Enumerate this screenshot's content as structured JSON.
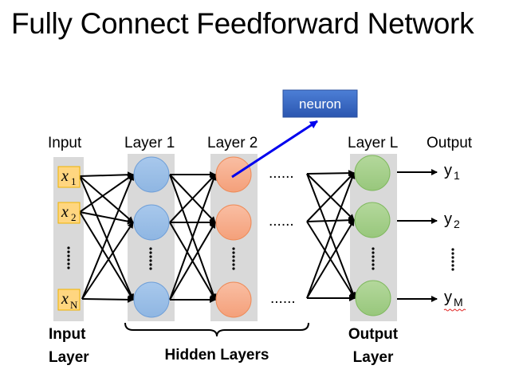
{
  "title": "Fully Connect Feedforward Network",
  "callout": {
    "label": "neuron",
    "color": "#3a68c4",
    "arrow_color": "#0000ee"
  },
  "columns": {
    "input": {
      "header": "Input",
      "footer_line1": "Input",
      "footer_line2": "Layer"
    },
    "layer1": {
      "header": "Layer 1",
      "node_color": "#9cc2e8",
      "node_stroke": "#6f9fd8"
    },
    "layer2": {
      "header": "Layer 2",
      "node_color": "#f7b08f",
      "node_stroke": "#ee8a57"
    },
    "layerL": {
      "header": "Layer L",
      "node_color": "#a9d18e",
      "node_stroke": "#7fb85e",
      "footer_line1": "Output",
      "footer_line2": "Layer"
    },
    "output": {
      "header": "Output"
    }
  },
  "inputs": [
    {
      "var": "x",
      "sub": "1"
    },
    {
      "var": "x",
      "sub": "2"
    },
    {
      "var": "x",
      "sub": "N"
    }
  ],
  "outputs": [
    {
      "var": "y",
      "sub": "1"
    },
    {
      "var": "y",
      "sub": "2"
    },
    {
      "var": "y",
      "sub": "M"
    }
  ],
  "ellipsis": "......",
  "hidden_layers_label": "Hidden Layers",
  "colors": {
    "band": "#d9d9d9",
    "input_box": "#ffd680",
    "input_box_stroke": "#f0b400"
  }
}
